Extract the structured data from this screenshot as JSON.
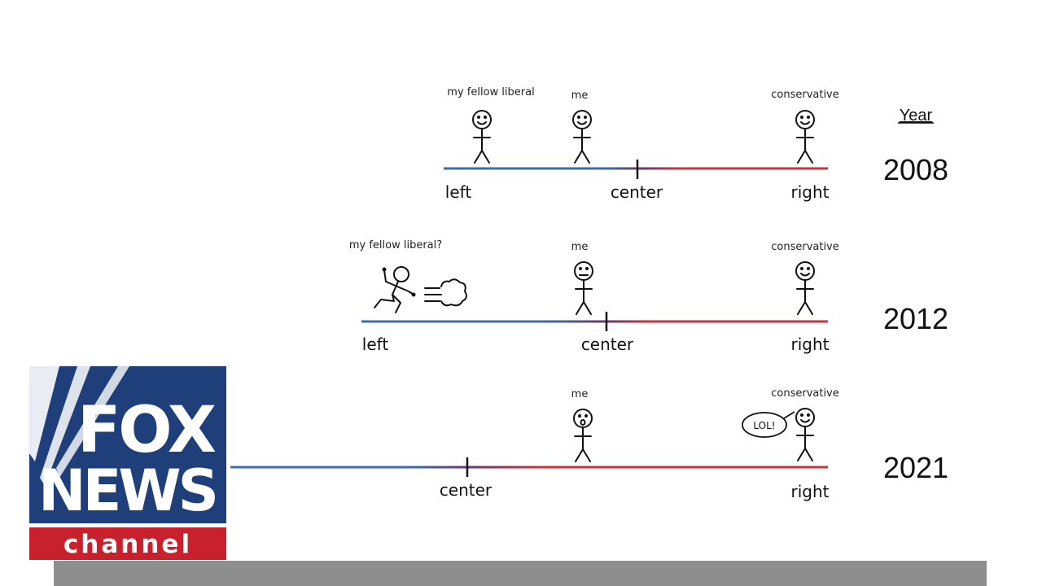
{
  "header": {
    "year_label": "Year"
  },
  "rows": [
    {
      "year": "2008",
      "axis": {
        "left": "left",
        "center": "center",
        "right": "right"
      },
      "figures": {
        "liberal": "my fellow liberal",
        "me": "me",
        "conservative": "conservative"
      }
    },
    {
      "year": "2012",
      "axis": {
        "left": "left",
        "center": "center",
        "right": "right"
      },
      "figures": {
        "liberal": "my fellow liberal?",
        "me": "me",
        "conservative": "conservative"
      }
    },
    {
      "year": "2021",
      "axis": {
        "center": "center",
        "right": "right"
      },
      "figures": {
        "me": "me",
        "conservative": "conservative"
      },
      "speech_bubble": "LOL!"
    }
  ],
  "logo": {
    "line1": "FOX",
    "line2": "NEWS",
    "line3": "channel"
  },
  "colors": {
    "left": "#3a6eb0",
    "middle": "#6a3a70",
    "right": "#c8333e",
    "logo_blue": "#1e3f7a",
    "logo_red": "#c8202c",
    "bar": "#8e8e8e"
  }
}
